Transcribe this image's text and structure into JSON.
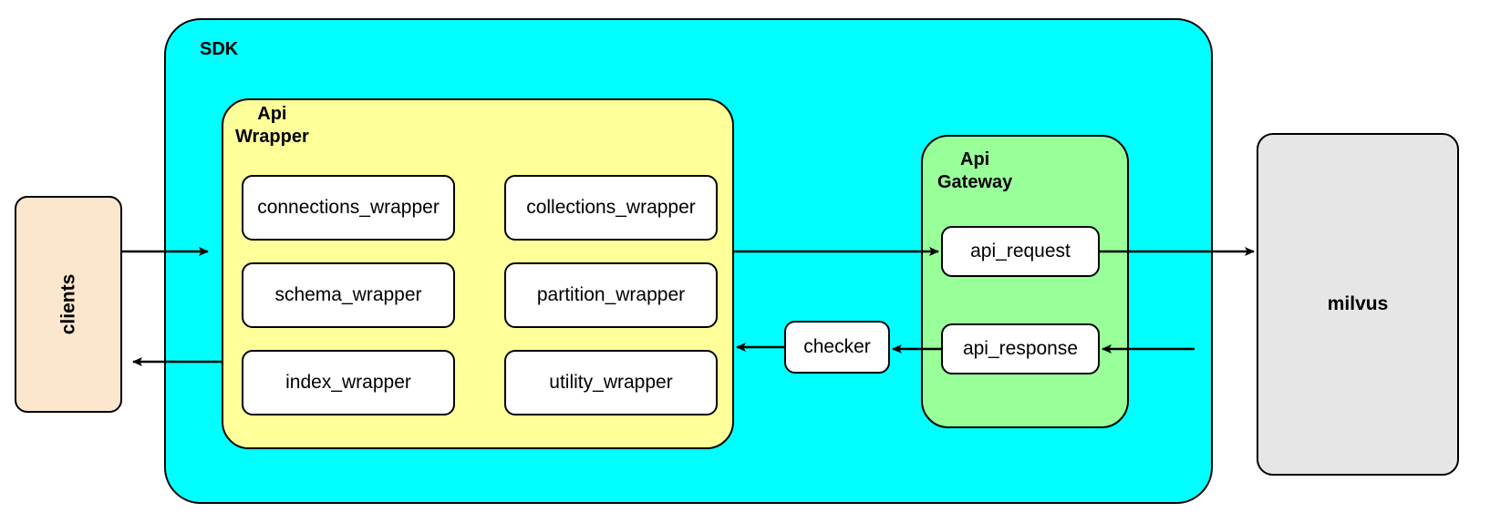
{
  "diagram": {
    "title_containers": {
      "sdk": "SDK",
      "api_wrapper": "Api\nWrapper",
      "api_gateway": "Api\nGateway"
    },
    "external": {
      "clients": "clients",
      "milvus": "milvus"
    },
    "api_wrapper_nodes": [
      {
        "id": "connections_wrapper",
        "label": "connections_wrapper"
      },
      {
        "id": "collections_wrapper",
        "label": "collections_wrapper"
      },
      {
        "id": "schema_wrapper",
        "label": "schema_wrapper"
      },
      {
        "id": "partition_wrapper",
        "label": "partition_wrapper"
      },
      {
        "id": "index_wrapper",
        "label": "index_wrapper"
      },
      {
        "id": "utility_wrapper",
        "label": "utility_wrapper"
      }
    ],
    "api_gateway_nodes": [
      {
        "id": "api_request",
        "label": "api_request"
      },
      {
        "id": "api_response",
        "label": "api_response"
      }
    ],
    "standalone_nodes": [
      {
        "id": "checker",
        "label": "checker"
      }
    ],
    "edges": [
      {
        "from": "clients",
        "to": "Api Wrapper",
        "direction": "right"
      },
      {
        "from": "Api Wrapper",
        "to": "Api Gateway",
        "direction": "right"
      },
      {
        "from": "api_request",
        "to": "milvus",
        "direction": "right"
      },
      {
        "from": "milvus",
        "to": "api_response",
        "direction": "left"
      },
      {
        "from": "api_response",
        "to": "checker",
        "direction": "left"
      },
      {
        "from": "checker",
        "to": "Api Wrapper",
        "direction": "left"
      },
      {
        "from": "Api Wrapper",
        "to": "clients",
        "direction": "left"
      }
    ],
    "colors": {
      "sdk_fill": "#00FFFF",
      "api_wrapper_fill": "#FFFF99",
      "api_gateway_fill": "#99FF99",
      "clients_fill": "#FCE6CE",
      "milvus_fill": "#E6E6E6",
      "node_fill": "#FFFFFF",
      "stroke": "#000000",
      "page_background": "#FFFFFF"
    }
  }
}
